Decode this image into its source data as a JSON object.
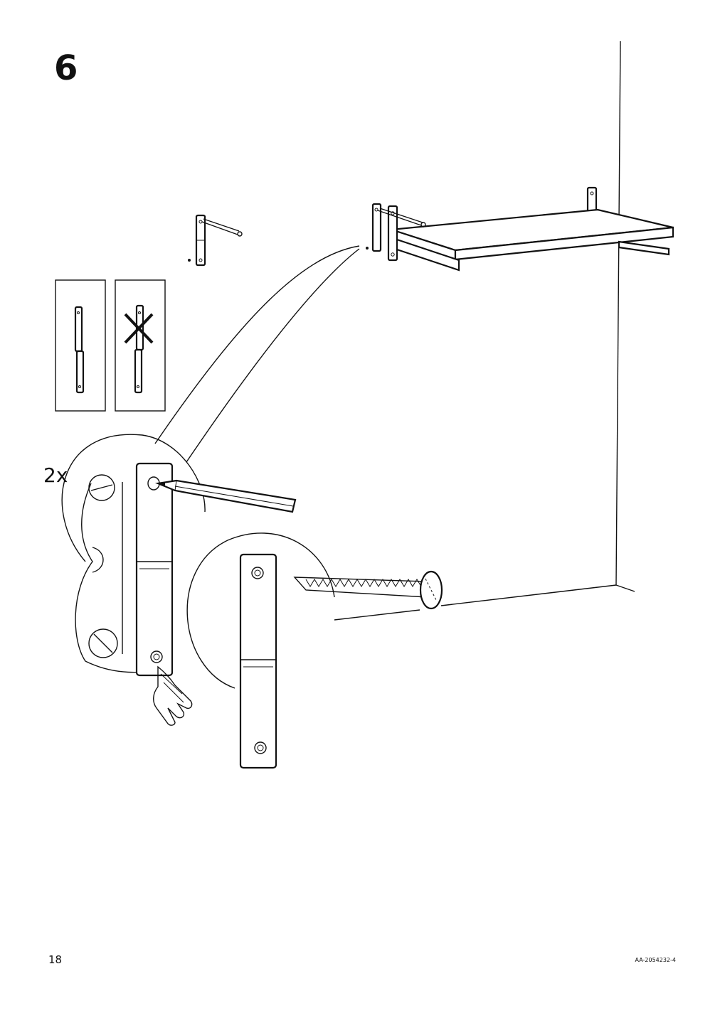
{
  "step": {
    "number": "6"
  },
  "detail": {
    "quantity": "2x"
  },
  "footer": {
    "page_number": "18",
    "document_code": "AA-2054232-4"
  }
}
